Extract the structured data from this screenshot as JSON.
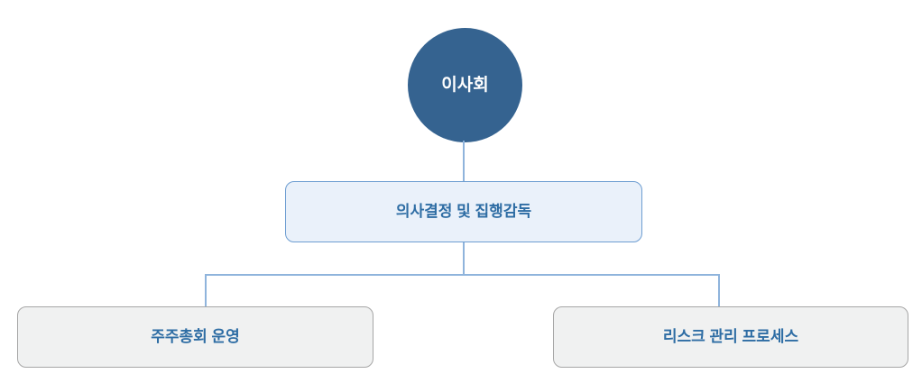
{
  "diagram": {
    "type": "org-chart",
    "root": {
      "label": "이사회"
    },
    "supervision": {
      "label": "의사결정 및 집행감독"
    },
    "children": [
      {
        "label": "주주총회 운영"
      },
      {
        "label": "리스크 관리 프로세스"
      }
    ],
    "colors": {
      "circle_fill": "#356390",
      "circle_text": "#ffffff",
      "blue_box_fill": "#eaf1fa",
      "blue_box_border": "#6d9dd1",
      "gray_box_fill": "#f0f1f1",
      "gray_box_border": "#a6a6a6",
      "node_text": "#2e6da4",
      "connector": "#8fb4dc"
    }
  }
}
